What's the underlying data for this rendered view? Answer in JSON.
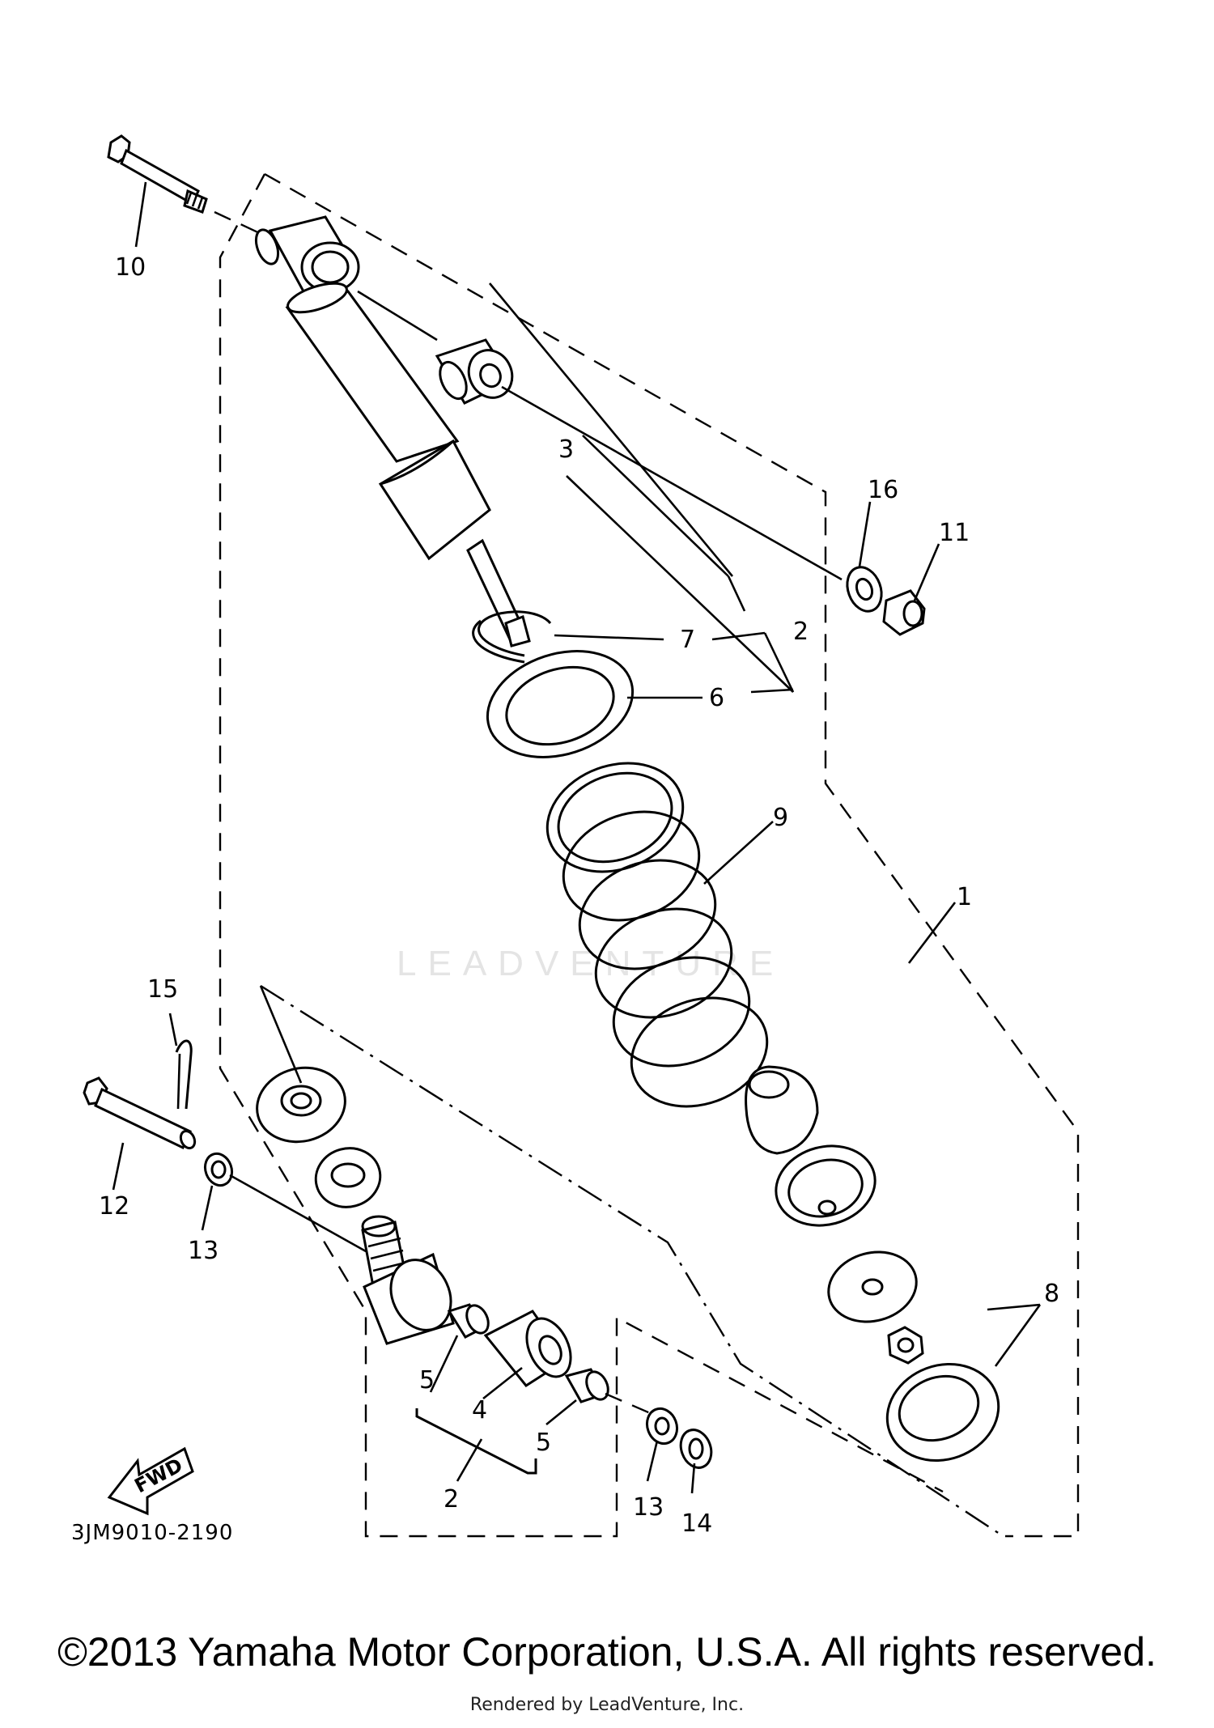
{
  "diagram": {
    "part_numbers": {
      "p1": "1",
      "p2a": "2",
      "p2b": "2",
      "p3": "3",
      "p4": "4",
      "p5a": "5",
      "p5b": "5",
      "p6": "6",
      "p7": "7",
      "p8": "8",
      "p9": "9",
      "p10": "10",
      "p11": "11",
      "p12": "12",
      "p13a": "13",
      "p13b": "13",
      "p14": "14",
      "p15": "15",
      "p16": "16"
    },
    "diagram_code": "3JM9010-2190",
    "fwd_label": "FWD",
    "watermark": "LEADVENTURE"
  },
  "footer": {
    "copyright": "©2013 Yamaha Motor Corporation, U.S.A. All rights reserved.",
    "rendered_by": "Rendered by LeadVenture, Inc."
  }
}
